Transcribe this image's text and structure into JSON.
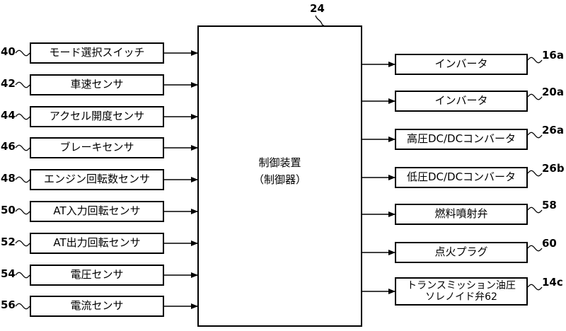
{
  "controller": {
    "ref": "24",
    "name": "制御装置",
    "sub": "（制御器）"
  },
  "inputs": [
    {
      "ref": "40",
      "label": "モード選択スイッチ"
    },
    {
      "ref": "42",
      "label": "車速センサ"
    },
    {
      "ref": "44",
      "label": "アクセル開度センサ"
    },
    {
      "ref": "46",
      "label": "ブレーキセンサ"
    },
    {
      "ref": "48",
      "label": "エンジン回転数センサ"
    },
    {
      "ref": "50",
      "label": "AT入力回転センサ"
    },
    {
      "ref": "52",
      "label": "AT出力回転センサ"
    },
    {
      "ref": "54",
      "label": "電圧センサ"
    },
    {
      "ref": "56",
      "label": "電流センサ"
    }
  ],
  "outputs": [
    {
      "ref": "16a",
      "label": "インバータ"
    },
    {
      "ref": "20a",
      "label": "インバータ"
    },
    {
      "ref": "26a",
      "label": "高圧DC/DCコンバータ"
    },
    {
      "ref": "26b",
      "label": "低圧DC/DCコンバータ"
    },
    {
      "ref": "58",
      "label": "燃料噴射弁"
    },
    {
      "ref": "60",
      "label": "点火プラグ"
    },
    {
      "ref": "14c",
      "label": "トランスミッション油圧ソレノイド弁62"
    }
  ]
}
